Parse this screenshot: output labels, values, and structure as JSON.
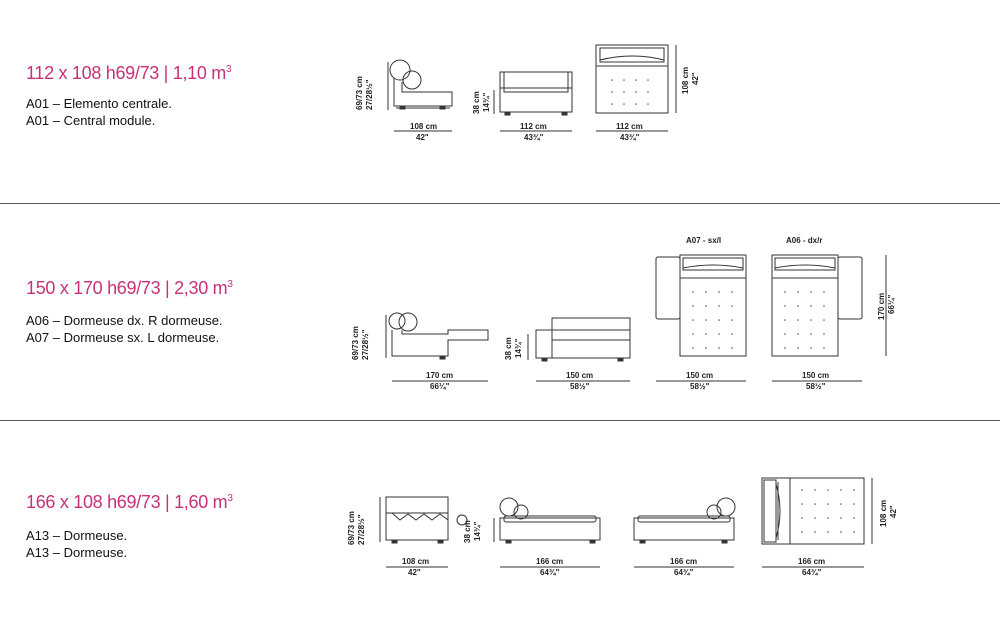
{
  "sections": [
    {
      "title": "112 x 108 h69/73 | 1,10 m",
      "title_sup": "3",
      "lines": [
        "A01 – Elemento centrale.",
        "A01 – Central module."
      ],
      "dims": {
        "height_left": [
          "69/73 cm",
          "27/28½\""
        ],
        "seat_height": [
          "38 cm",
          "14¾\""
        ],
        "depth_right": [
          "108 cm",
          "42\""
        ],
        "widths": [
          [
            "108 cm",
            "42\""
          ],
          [
            "112 cm",
            "43¾\""
          ],
          [
            "112 cm",
            "43¾\""
          ]
        ]
      }
    },
    {
      "title": "150 x 170 h69/73 | 2,30 m",
      "title_sup": "3",
      "lines": [
        "A06 – Dormeuse dx. R dormeuse.",
        "A07 – Dormeuse sx. L dormeuse."
      ],
      "labels": [
        "A07 - sx/l",
        "A06 - dx/r"
      ],
      "dims": {
        "height_left": [
          "69/73 cm",
          "27/28½\""
        ],
        "seat_height": [
          "38 cm",
          "14¾\""
        ],
        "depth_right": [
          "170 cm",
          "66¼\""
        ],
        "widths": [
          [
            "170 cm",
            "66¼\""
          ],
          [
            "150 cm",
            "58½\""
          ],
          [
            "150 cm",
            "58½\""
          ],
          [
            "150 cm",
            "58½\""
          ]
        ]
      }
    },
    {
      "title": "166 x 108 h69/73 | 1,60 m",
      "title_sup": "3",
      "lines": [
        "A13 – Dormeuse.",
        "A13 – Dormeuse."
      ],
      "dims": {
        "height_left": [
          "69/73 cm",
          "27/28½\""
        ],
        "seat_height": [
          "38 cm",
          "14¾\""
        ],
        "depth_right": [
          "108 cm",
          "42\""
        ],
        "widths": [
          [
            "108 cm",
            "42\""
          ],
          [
            "166 cm",
            "64¾\""
          ],
          [
            "166 cm",
            "64¾\""
          ],
          [
            "166 cm",
            "64¾\""
          ]
        ]
      }
    }
  ]
}
